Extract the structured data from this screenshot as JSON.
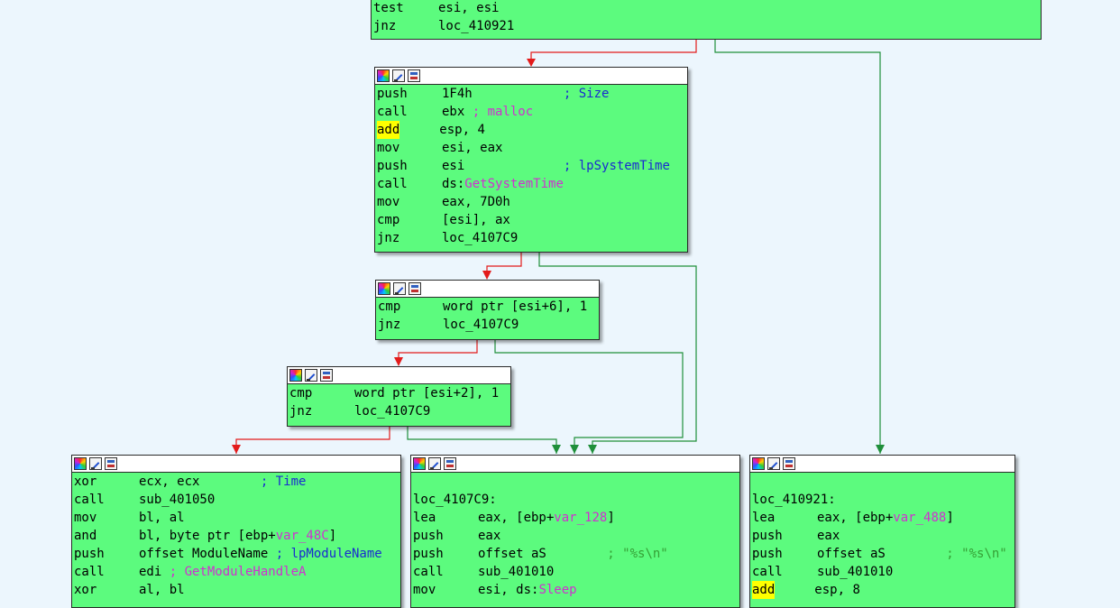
{
  "blocks": {
    "top": {
      "lines": [
        {
          "mn": "test",
          "op": "esi, esi"
        },
        {
          "mn": "jnz",
          "op": "loc_410921"
        }
      ]
    },
    "b1": {
      "lines": [
        {
          "mn": "push",
          "op": "1F4h",
          "pad": "            ",
          "cmt": "; Size"
        },
        {
          "mn": "call",
          "op": "ebx ",
          "imp_cmt": "; malloc"
        },
        {
          "mn": "add",
          "op": "esp, 4",
          "hl": true
        },
        {
          "mn": "mov",
          "op": "esi, eax"
        },
        {
          "mn": "push",
          "op": "esi",
          "pad": "             ",
          "cmt": "; lpSystemTime"
        },
        {
          "mn": "call",
          "op": "ds:",
          "imp": "GetSystemTime"
        },
        {
          "mn": "mov",
          "op": "eax, 7D0h"
        },
        {
          "mn": "cmp",
          "op": "[esi], ax"
        },
        {
          "mn": "jnz",
          "op": "loc_4107C9"
        }
      ]
    },
    "b2": {
      "lines": [
        {
          "mn": "cmp",
          "op": "word ptr [esi+6], 1"
        },
        {
          "mn": "jnz",
          "op": "loc_4107C9"
        }
      ]
    },
    "b3": {
      "lines": [
        {
          "mn": "cmp",
          "op": "word ptr [esi+2], 1"
        },
        {
          "mn": "jnz",
          "op": "loc_4107C9"
        }
      ]
    },
    "b4": {
      "lines": [
        {
          "mn": "xor",
          "op": "ecx, ecx",
          "pad": "        ",
          "cmt": "; Time"
        },
        {
          "mn": "call",
          "op": "sub_401050"
        },
        {
          "mn": "mov",
          "op": "bl, al"
        },
        {
          "mn": "and",
          "op": "bl, byte ptr [ebp+",
          "var": "var_48C",
          "op2": "]"
        },
        {
          "mn": "push",
          "op": "offset ModuleName ",
          "cmt": "; lpModuleName"
        },
        {
          "mn": "call",
          "op": "edi ",
          "imp_cmt": "; GetModuleHandleA"
        },
        {
          "mn": "xor",
          "op": "al, bl"
        }
      ]
    },
    "b5": {
      "label": "loc_4107C9:",
      "lines": [
        {
          "mn": "lea",
          "op": "eax, [ebp+",
          "var": "var_128",
          "op2": "]"
        },
        {
          "mn": "push",
          "op": "eax"
        },
        {
          "mn": "push",
          "op": "offset aS",
          "pad": "        ",
          "str": "; \"%s\\n\""
        },
        {
          "mn": "call",
          "op": "sub_401010"
        },
        {
          "mn": "mov",
          "op": "esi, ds:",
          "imp": "Sleep"
        }
      ]
    },
    "b6": {
      "label": "loc_410921:",
      "lines": [
        {
          "mn": "lea",
          "op": "eax, [ebp+",
          "var": "var_488",
          "op2": "]"
        },
        {
          "mn": "push",
          "op": "eax"
        },
        {
          "mn": "push",
          "op": "offset aS",
          "pad": "        ",
          "str": "; \"%s\\n\""
        },
        {
          "mn": "call",
          "op": "sub_401010"
        },
        {
          "mn": "add",
          "op": "esp, 8",
          "hl": true
        }
      ]
    }
  },
  "colors": {
    "background": "#ecf6fd",
    "block_fill": "#5cfb7e",
    "edge_true": "#1f8f3a",
    "edge_false": "#e31b1b",
    "highlight": "#ffff00",
    "comment_blue": "#1a2bd0",
    "import_magenta": "#d030d0",
    "string_green": "#35a035"
  },
  "icons": [
    "color-picker-icon",
    "rename-icon",
    "graph-view-icon"
  ]
}
